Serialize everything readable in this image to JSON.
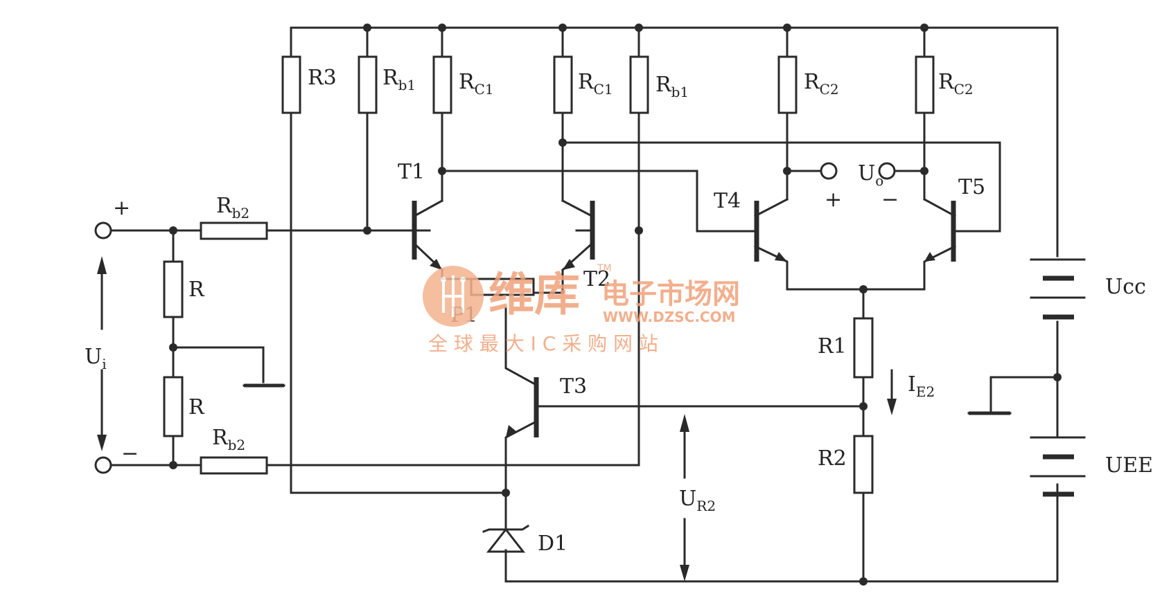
{
  "labels": {
    "R3": "R3",
    "Rb1_left": {
      "main": "R",
      "sub": "b1"
    },
    "Rc1_left": {
      "main": "R",
      "sub": "C1"
    },
    "Rc1_right": {
      "main": "R",
      "sub": "C1"
    },
    "Rb1_right": {
      "main": "R",
      "sub": "b1"
    },
    "Rc2_left": {
      "main": "R",
      "sub": "C2"
    },
    "Rc2_right": {
      "main": "R",
      "sub": "C2"
    },
    "T1": "T1",
    "T2": "T2",
    "T3": "T3",
    "T4": "T4",
    "T5": "T5",
    "P1": "P1",
    "D1": "D1",
    "R1": "R1",
    "R2": "R2",
    "R_upper": "R",
    "R_lower": "R",
    "Rb2_top": {
      "main": "R",
      "sub": "b2"
    },
    "Rb2_bottom": {
      "main": "R",
      "sub": "b2"
    },
    "Ui": {
      "main": "U",
      "sub": "i"
    },
    "Uo": {
      "main": "U",
      "sub": "o"
    },
    "UR2": {
      "main": "U",
      "sub": "R2"
    },
    "IE2": {
      "main": "I",
      "sub": "E2"
    },
    "Ucc": "Ucc",
    "UEE": "UEE",
    "plus_in": "+",
    "minus_in": "−",
    "plus_out": "+",
    "minus_out": "−"
  },
  "watermark": {
    "brand": "维库",
    "tagline": "电子市场网",
    "tm": "TM",
    "url": "WWW.DZSC.COM",
    "slogan": "全 球 最 大 I C 采 购 网 站"
  },
  "colors": {
    "line": "#2a2a2a",
    "watermark": "#f0a27a",
    "watermark_logo": "#f4b38f"
  }
}
